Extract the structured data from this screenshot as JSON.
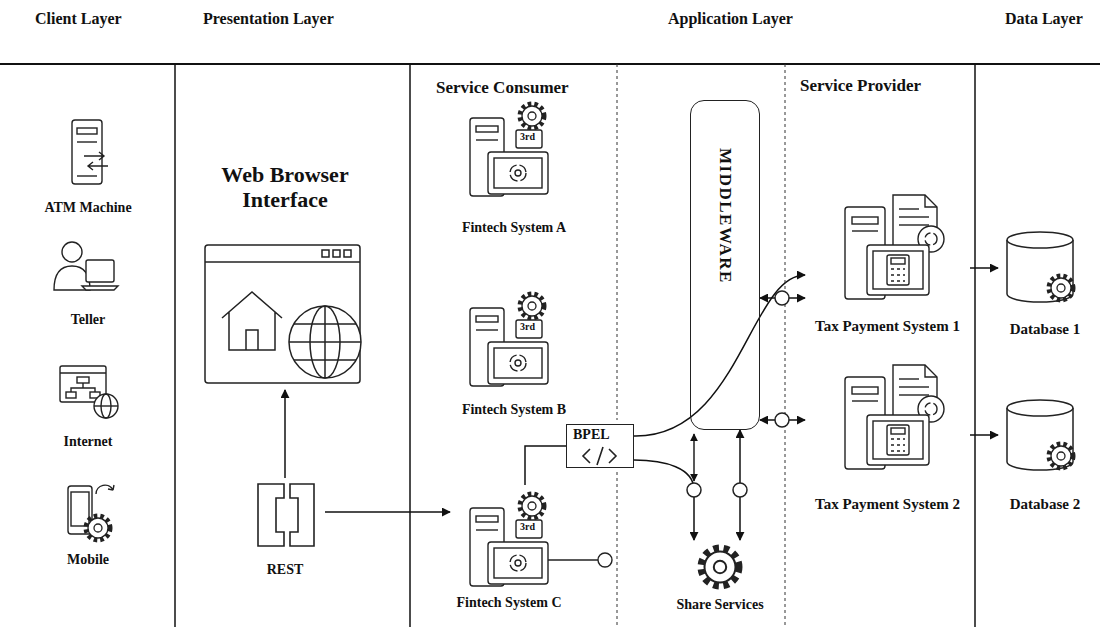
{
  "diagram": {
    "nodes": [
      {
        "text": [
          "ATM Machine"
        ]
      },
      {
        "text": [
          "Teller"
        ]
      },
      {
        "text": [
          "Internet"
        ]
      },
      {
        "text": [
          "Mobile"
        ]
      },
      {
        "text": [
          "Web Browser Interface"
        ]
      },
      {
        "text": [
          "REST"
        ]
      },
      {
        "text": [
          "Fintech System A"
        ]
      },
      {
        "text": [
          "Fintech System B"
        ]
      },
      {
        "text": [
          "Fintech System C"
        ]
      },
      {
        "text": [
          "BPEL"
        ]
      },
      {
        "text": [
          "MIDDLEWARE"
        ]
      },
      {
        "text": [
          "Tax Payment System 1"
        ]
      },
      {
        "text": [
          "Tax Payment System 2"
        ]
      },
      {
        "text": [
          "Share Services"
        ]
      },
      {
        "text": [
          "Database 1"
        ]
      },
      {
        "text": [
          "Database 2"
        ]
      }
    ],
    "edges": [
      {
        "from": 5,
        "to": 4,
        "arrow": "to"
      },
      {
        "from": 5,
        "to": 8,
        "arrow": "to"
      },
      {
        "from": 8,
        "to": 9,
        "arrow": "none"
      },
      {
        "from": 9,
        "to": 11,
        "arrow": "to"
      },
      {
        "from": 9,
        "to": 13,
        "arrow": "to"
      },
      {
        "from": 10,
        "to": 11,
        "arrow": "both"
      },
      {
        "from": 10,
        "to": 12,
        "arrow": "both"
      },
      {
        "from": 10,
        "to": 13,
        "arrow": "both"
      },
      {
        "from": 11,
        "to": 14,
        "arrow": "to"
      },
      {
        "from": 12,
        "to": 15,
        "arrow": "to"
      }
    ],
    "labels": [
      "Client Layer",
      "Presentation Layer",
      "Application Layer",
      "Data Layer",
      "Service Consumer",
      "Service Provider",
      "3rd",
      "3rd",
      "3rd"
    ]
  }
}
